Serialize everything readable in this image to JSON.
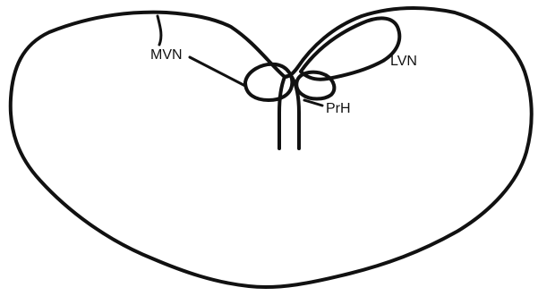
{
  "diagram": {
    "labels": {
      "mvn": "MVN",
      "lvn": "LVN",
      "prh": "PrH"
    },
    "colors": {
      "stroke": "#111111",
      "background": "#ffffff"
    }
  }
}
